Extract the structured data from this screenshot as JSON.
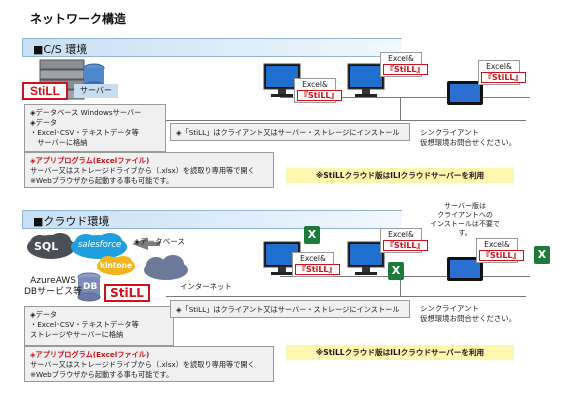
{
  "page_title": "ネットワーク構造",
  "cs_section": {
    "band_label": "■C/S 環境",
    "server_label": "サーバー",
    "still_logo": "StiLL",
    "info_box": {
      "line1": "◈データベース Windowsサーバー",
      "line2": "◈データ",
      "line3": "・Excel･CSV・テキストデータ等",
      "line4": "　サーバーに格納"
    },
    "app_box": {
      "title": "◈アプリプログラム(Excelファイル)",
      "line1": "サーバー又はストレージドライブから（.xlsx）を読取り専用等で開く",
      "line2": "※Webブラウザから起動する事も可能です。"
    },
    "install_note": "◈「StiLL」はクライアント又はサーバー・ストレージにインストール",
    "thin_client": "シンクライアント\n仮想環境お問合せください。",
    "cloud_note": "※StiLLクラウド版はILIクラウドサーバーを利用",
    "card_label": "Excel&",
    "card_still": "『StiLL』"
  },
  "cloud_section": {
    "band_label": "■クラウド環境",
    "db_label": "◈データベース",
    "sql_label": "SQL",
    "salesforce_label": "salesforce",
    "kintone_label": "kintone",
    "db_icon_label": "DB",
    "still_logo": "StiLL",
    "azure_label": "AzureAWS\nDBサービス等",
    "internet_label": "インターネット",
    "server_install_note": "サーバー版は\nクライアントへの\nインストールは不要です。",
    "info_box": {
      "line1": "◈データ",
      "line2": "・Excel･CSV・テキストデータ等",
      "line3": "ストレージやサーバーに格納"
    },
    "app_box": {
      "title": "◈アプリプログラム(Excelファイル)",
      "line1": "サーバー又はストレージドライブから（.xlsx）を読取り専用等で開く",
      "line2": "※Webブラウザから起動する事も可能です。"
    },
    "install_note": "◈「StiLL」はクライアント又はサーバー・ストレージにインストール",
    "thin_client": "シンクライアント\n仮想環境お問合せください。",
    "cloud_note": "※StiLLクラウド版はILIクラウドサーバーを利用",
    "card_label": "Excel&",
    "card_still": "『StiLL』",
    "excel_glyph": "X"
  },
  "colors": {
    "band": "#cfe4f7",
    "still_red": "#d0101a",
    "highlight": "#fff7b0",
    "excel_green": "#1d7a3a"
  }
}
